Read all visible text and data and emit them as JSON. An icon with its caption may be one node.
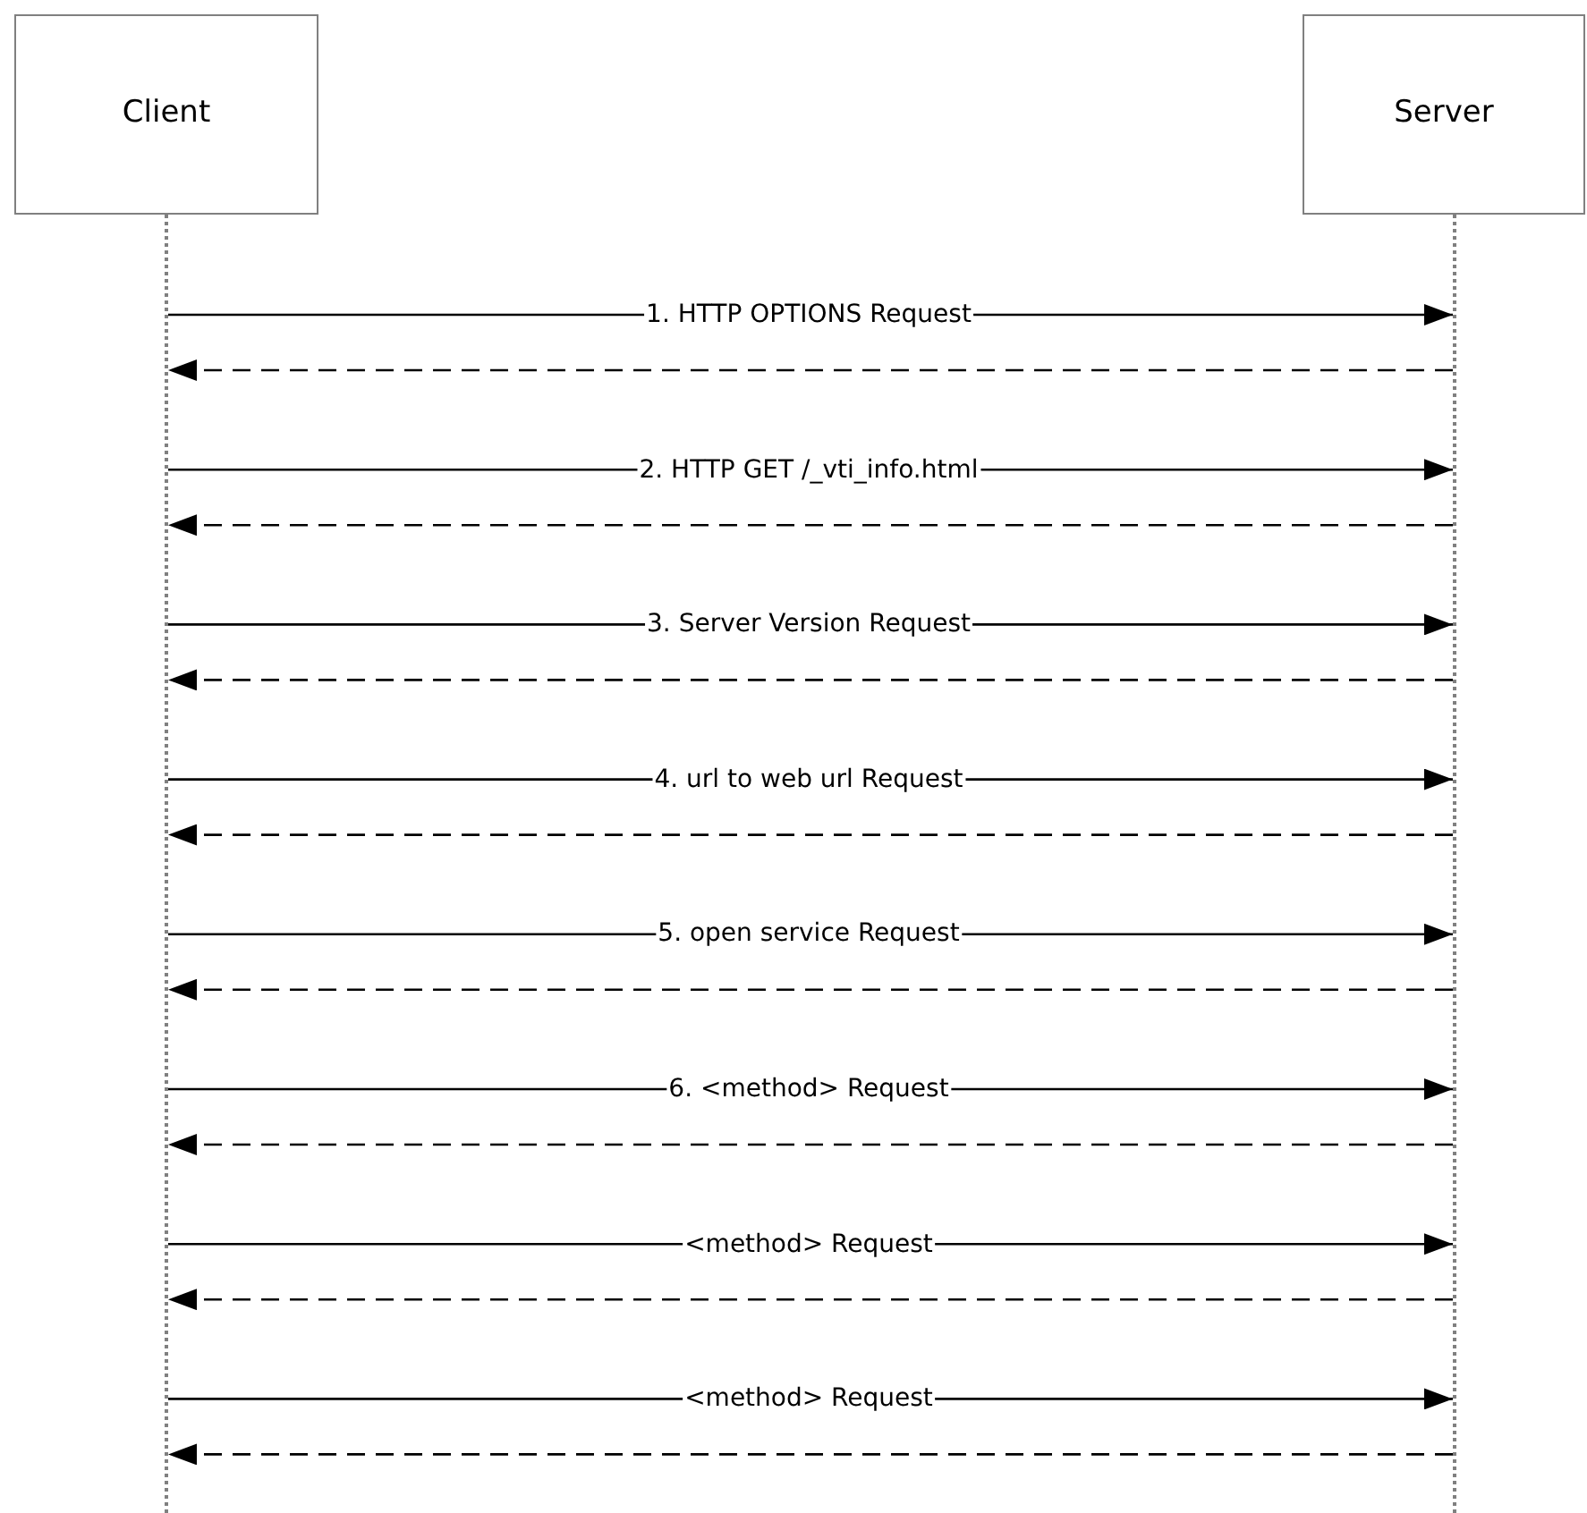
{
  "diagram": {
    "nodes": [
      {
        "text": [
          "Client"
        ]
      },
      {
        "text": [
          "Server"
        ]
      },
      {
        "text": [],
        "shape": "line"
      },
      {
        "text": [],
        "shape": "line"
      }
    ],
    "edges": [
      {
        "from": 2,
        "to": 3,
        "arrow": "to",
        "label": "1. HTTP OPTIONS Request"
      },
      {
        "from": 3,
        "to": 2,
        "arrow": "to",
        "style": "dashed"
      },
      {
        "from": 2,
        "to": 3,
        "arrow": "to",
        "label": "2. HTTP GET /_vti_info.html"
      },
      {
        "from": 3,
        "to": 2,
        "arrow": "to",
        "style": "dashed"
      },
      {
        "from": 2,
        "to": 3,
        "arrow": "to",
        "label": "3. Server Version Request"
      },
      {
        "from": 3,
        "to": 2,
        "arrow": "to",
        "style": "dashed"
      },
      {
        "from": 2,
        "to": 3,
        "arrow": "to",
        "label": "4. url to web url Request"
      },
      {
        "from": 3,
        "to": 2,
        "arrow": "to",
        "style": "dashed"
      },
      {
        "from": 2,
        "to": 3,
        "arrow": "to",
        "label": "5. open service Request"
      },
      {
        "from": 3,
        "to": 2,
        "arrow": "to",
        "style": "dashed"
      },
      {
        "from": 2,
        "to": 3,
        "arrow": "to",
        "label": "6. <method> Request"
      },
      {
        "from": 3,
        "to": 2,
        "arrow": "to",
        "style": "dashed"
      },
      {
        "from": 2,
        "to": 3,
        "arrow": "to",
        "label": "<method> Request"
      },
      {
        "from": 3,
        "to": 2,
        "arrow": "to",
        "style": "dashed"
      },
      {
        "from": 2,
        "to": 3,
        "arrow": "to",
        "label": "<method> Request"
      },
      {
        "from": 3,
        "to": 2,
        "arrow": "to",
        "style": "dashed"
      }
    ]
  }
}
